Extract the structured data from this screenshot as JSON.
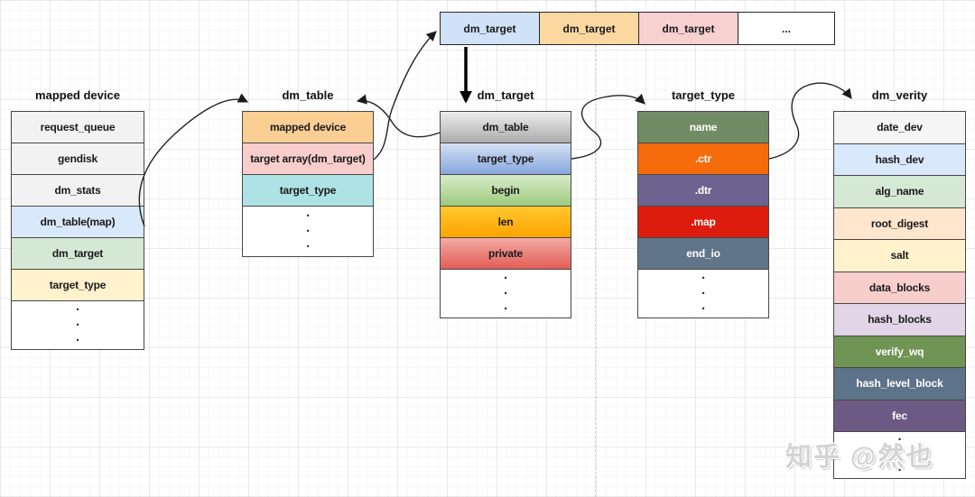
{
  "watermark": "知乎 @然也",
  "top_row": {
    "cells": [
      {
        "label": "dm_target",
        "bg": "#cfe2f7"
      },
      {
        "label": "dm_target",
        "bg": "#fcd8a1"
      },
      {
        "label": "dm_target",
        "bg": "#f9d0d0"
      },
      {
        "label": "...",
        "bg": "#ffffff"
      }
    ]
  },
  "structs": [
    {
      "title": "mapped device",
      "rows": [
        {
          "label": "request_queue",
          "bg": "#f2f2f2"
        },
        {
          "label": "gendisk",
          "bg": "#f2f2f2"
        },
        {
          "label": "dm_stats",
          "bg": "#f2f2f2"
        },
        {
          "label": "dm_table(map)",
          "bg": "#dae8fc"
        },
        {
          "label": "dm_target",
          "bg": "#d5e8d4"
        },
        {
          "label": "target_type",
          "bg": "#fff2cc"
        },
        {
          "dots": true,
          "bg": "#ffffff",
          "h": 55
        }
      ]
    },
    {
      "title": "dm_table",
      "rows": [
        {
          "label": "mapped device",
          "bg": "#fbce94"
        },
        {
          "label": "target array(dm_target)",
          "bg": "#f8cecc"
        },
        {
          "label": "target_type",
          "bg": "#aee3e6"
        },
        {
          "dots": true,
          "bg": "#ffffff",
          "h": 57
        }
      ]
    },
    {
      "title": "dm_target",
      "rows": [
        {
          "label": "dm_table",
          "bg": "#ededed",
          "bg2": "#ababab"
        },
        {
          "label": "target_type",
          "bg": "#d4e0f3",
          "bg2": "#88a7dd"
        },
        {
          "label": "begin",
          "bg": "#d8ebc9",
          "bg2": "#9ccb7d"
        },
        {
          "label": "len",
          "bg": "#ffc82e",
          "bg2": "#ffa302"
        },
        {
          "label": "private",
          "bg": "#f3a9a4",
          "bg2": "#e35d56"
        },
        {
          "dots": true,
          "bg": "#ffffff",
          "h": 55
        }
      ]
    },
    {
      "title": "target_type",
      "rows": [
        {
          "label": "name",
          "bg": "#718c64",
          "fg": "#ffffff"
        },
        {
          "label": ".ctr",
          "bg": "#f66b0b",
          "fg": "#ffffff"
        },
        {
          "label": ".dtr",
          "bg": "#6e6290",
          "fg": "#ffffff"
        },
        {
          "label": ".map",
          "bg": "#dd1c0d",
          "fg": "#ffffff"
        },
        {
          "label": "end_io",
          "bg": "#607589",
          "fg": "#ffffff"
        },
        {
          "dots": true,
          "bg": "#ffffff",
          "h": 55
        }
      ]
    },
    {
      "title": "dm_verity",
      "rows": [
        {
          "label": "date_dev",
          "bg": "#f5f5f5"
        },
        {
          "label": "hash_dev",
          "bg": "#dae8fc"
        },
        {
          "label": "alg_name",
          "bg": "#d5e8d4"
        },
        {
          "label": "root_digest",
          "bg": "#ffe6cc"
        },
        {
          "label": "salt",
          "bg": "#fff2cc"
        },
        {
          "label": "data_blocks",
          "bg": "#f8cecc"
        },
        {
          "label": "hash_blocks",
          "bg": "#e1d5e7"
        },
        {
          "label": "verify_wq",
          "bg": "#6f9454",
          "fg": "#ffffff"
        },
        {
          "label": "hash_level_block",
          "bg": "#5d7389",
          "fg": "#ffffff"
        },
        {
          "label": "fec",
          "bg": "#6d5a84",
          "fg": "#ffffff"
        },
        {
          "dots": true,
          "bg": "#ffffff",
          "h": 53
        }
      ]
    }
  ]
}
